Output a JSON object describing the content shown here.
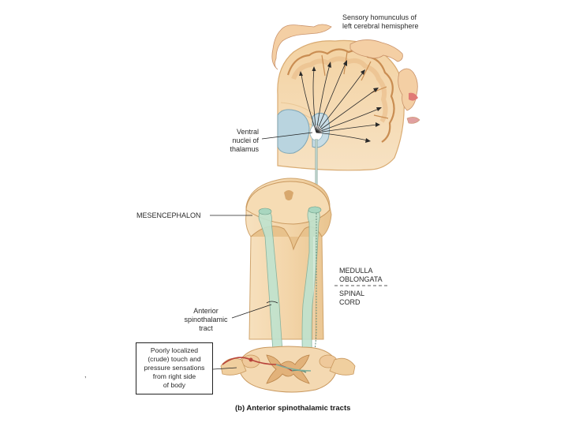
{
  "labels": {
    "homunculus": "Sensory homunculus of\nleft cerebral hemisphere",
    "thalamus": "Ventral\nnuclei of\nthalamus",
    "mesencephalon": "MESENCEPHALON",
    "medulla": "MEDULLA\nOBLONGATA",
    "spinal_cord": "SPINAL\nCORD",
    "tract": "Anterior\nspinothalamic\ntract",
    "sensation_note": "Poorly localized\n(crude) touch and\npressure sensations\nfrom right side\nof body"
  },
  "caption": "(b) Anterior spinothalamic tracts",
  "colors": {
    "tissue": "#f2d6ac",
    "tissue_dark": "#d9b07c",
    "cortex": "#e9c08e",
    "tract": "#bfe3cf",
    "thalamus": "#b8d3de",
    "skin": "#f4cfa4",
    "nerve": "#b8433a"
  }
}
